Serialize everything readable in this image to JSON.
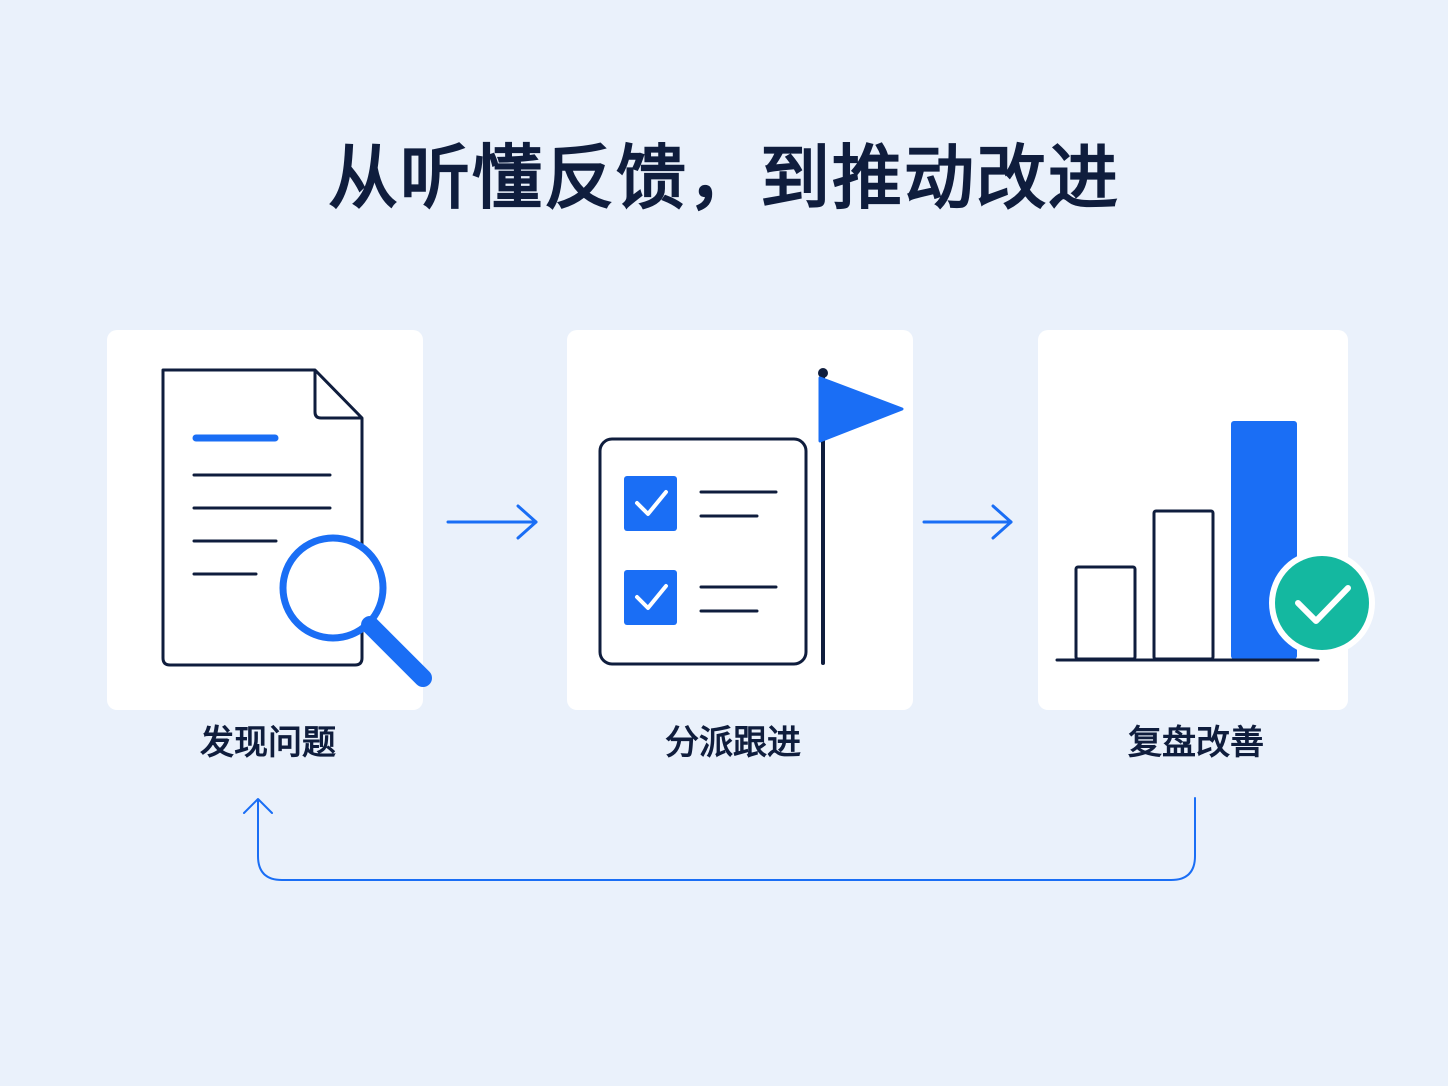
{
  "title": "从听懂反馈，到推动改进",
  "steps": [
    {
      "label": "发现问题",
      "icon": "document-search-icon"
    },
    {
      "label": "分派跟进",
      "icon": "checklist-flag-icon"
    },
    {
      "label": "复盘改善",
      "icon": "bar-chart-check-icon"
    }
  ],
  "colors": {
    "background": "#eaf1fb",
    "card": "#ffffff",
    "navy": "#0f1d3d",
    "accent_blue": "#1a6ef5",
    "accent_green": "#14b8a0"
  }
}
